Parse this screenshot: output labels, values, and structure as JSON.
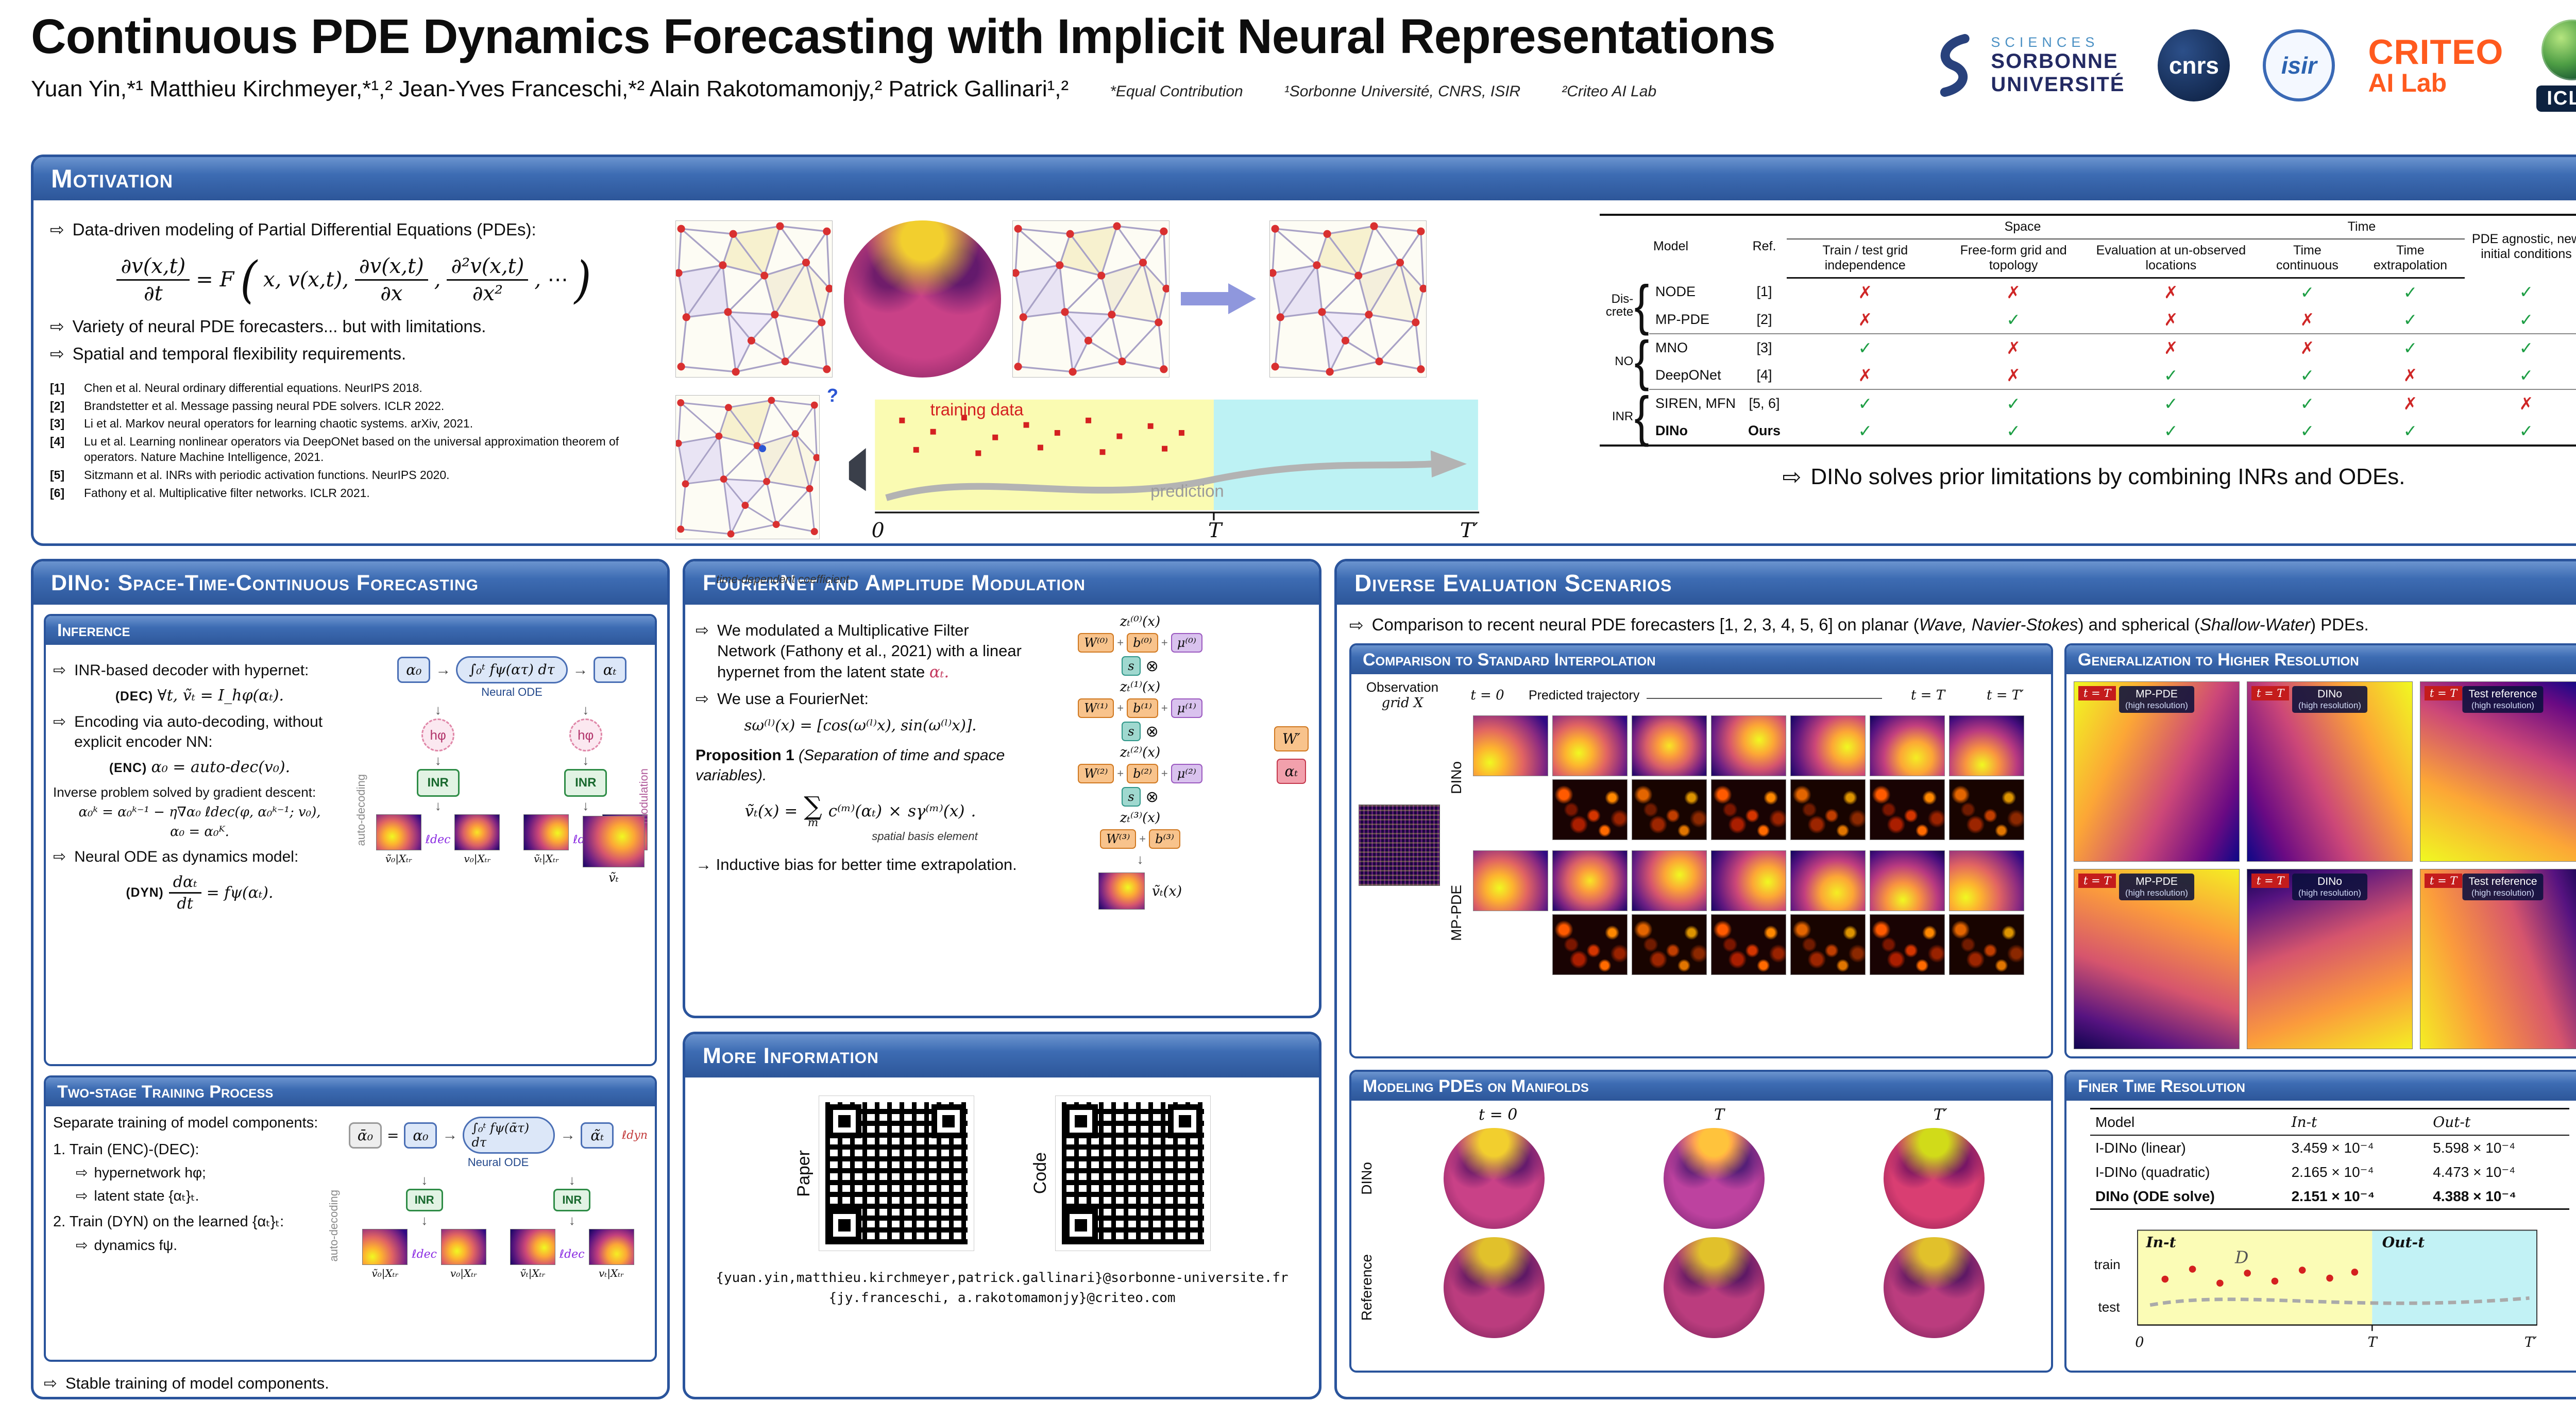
{
  "header": {
    "title": "Continuous PDE Dynamics Forecasting with Implicit Neural Representations",
    "authors": "Yuan Yin,*¹ Matthieu Kirchmeyer,*¹,² Jean-Yves Franceschi,*² Alain Rakotomamonjy,² Patrick Gallinari¹,²",
    "note_equal": "*Equal Contribution",
    "affil1": "¹Sorbonne Université, CNRS, ISIR",
    "affil2": "²Criteo AI Lab",
    "logos": {
      "sorbonne_sciences": "SCIENCES",
      "sorbonne_name": "SORBONNE",
      "sorbonne_univ": "UNIVERSITÉ",
      "cnrs": "cnrs",
      "isir": "isir",
      "criteo": "CRITEO",
      "criteo_sub": "AI Lab",
      "iclr": "ICLR"
    }
  },
  "motivation": {
    "header": "Motivation",
    "b1": "Data-driven modeling of Partial Differential Equations (PDEs):",
    "eq": {
      "n1": "∂v(x,t)",
      "d1": "∂t",
      "mid": "= F",
      "args": "x, v(x,t),",
      "n2": "∂v(x,t)",
      "d2": "∂x",
      "c2": ",",
      "n3": "∂²v(x,t)",
      "d3": "∂x²",
      "tail": ", ⋯"
    },
    "b2": "Variety of neural PDE forecasters... but with limitations.",
    "b3": "Spatial and temporal flexibility requirements.",
    "refs": [
      {
        "id": "[1]",
        "t": "Chen et al. Neural ordinary differential equations. NeurIPS 2018."
      },
      {
        "id": "[2]",
        "t": "Brandstetter et al. Message passing neural PDE solvers. ICLR 2022."
      },
      {
        "id": "[3]",
        "t": "Li et al. Markov neural operators for learning chaotic systems. arXiv, 2021."
      },
      {
        "id": "[4]",
        "t": "Lu et al. Learning nonlinear operators via DeepONet based on the universal approximation theorem of operators. Nature Machine Intelligence, 2021."
      },
      {
        "id": "[5]",
        "t": "Sitzmann et al. INRs with periodic activation functions. NeurIPS 2020."
      },
      {
        "id": "[6]",
        "t": "Fathony et al. Multiplicative filter networks. ICLR 2021."
      }
    ],
    "timeline": {
      "training": "training data",
      "prediction": "prediction",
      "t0": "0",
      "T": "T",
      "Tp": "T′",
      "q": "?"
    },
    "table": {
      "h_model": "Model",
      "h_ref": "Ref.",
      "h_space": "Space",
      "h_time": "Time",
      "h_last": "PDE agnostic, new initial conditions",
      "h_space_cols": [
        "Train / test grid independence",
        "Free-form grid and topology",
        "Evaluation at un-observed locations"
      ],
      "h_time_cols": [
        "Time continuous",
        "Time extrapolation"
      ],
      "groups": [
        {
          "label": "Dis-crete",
          "rows": [
            {
              "model": "NODE",
              "ref": "[1]",
              "m": [
                "✗",
                "✗",
                "✗",
                "✓",
                "✓",
                "✓"
              ]
            },
            {
              "model": "MP-PDE",
              "ref": "[2]",
              "m": [
                "✗",
                "✓",
                "✗",
                "✗",
                "✓",
                "✓"
              ]
            }
          ]
        },
        {
          "label": "NO",
          "rows": [
            {
              "model": "MNO",
              "ref": "[3]",
              "m": [
                "✓",
                "✗",
                "✗",
                "✗",
                "✓",
                "✓"
              ]
            },
            {
              "model": "DeepONet",
              "ref": "[4]",
              "m": [
                "✗",
                "✗",
                "✓",
                "✓",
                "✗",
                "✓"
              ]
            }
          ]
        },
        {
          "label": "INR",
          "rows": [
            {
              "model": "SIREN, MFN",
              "ref": "[5, 6]",
              "m": [
                "✓",
                "✓",
                "✓",
                "✓",
                "✗",
                "✗"
              ]
            },
            {
              "model": "DINo",
              "ref": "Ours",
              "m": [
                "✓",
                "✓",
                "✓",
                "✓",
                "✓",
                "✓"
              ]
            }
          ]
        }
      ]
    },
    "takeaway": "DINo solves prior limitations by combining INRs and ODEs."
  },
  "dino": {
    "header": "DINo: Space-Time-Continuous Forecasting",
    "inference": {
      "header": "Inference",
      "b1": "INR-based decoder with hypernet:",
      "e1_tag": "(DEC)",
      "e1": "∀t, ṽₜ = I_hφ(αₜ).",
      "b2": "Encoding via auto-decoding, without explicit encoder NN:",
      "e2_tag": "(ENC)",
      "e2": "α₀ = auto-dec(v₀).",
      "inv": "Inverse problem solved by gradient descent:",
      "e3a": "α₀ᵏ = α₀ᵏ⁻¹ − η∇α₀ ℓdec(φ, α₀ᵏ⁻¹; v₀),",
      "e3b": "α₀ = α₀ᴷ.",
      "b3": "Neural ODE as dynamics model:",
      "e4_tag": "(DYN)",
      "e4n": "dαₜ",
      "e4d": "dt",
      "e4r": "= fψ(αₜ)."
    },
    "diag": {
      "ode": "∫₀ᵗ fψ(ατ) dτ",
      "caption": "Neural ODE",
      "a0": "α₀",
      "at": "αₜ",
      "h1": "hφ",
      "h2": "hφ",
      "inr": "INR",
      "modulation": "modulation",
      "autodec": "auto-decoding",
      "l1": "ℓdec",
      "l2": "ℓdec",
      "v0h": "ṽ₀|Xₜᵣ",
      "v0": "v₀|Xₜᵣ",
      "vth": "ṽₜ|Xₜᵣ",
      "vt": "vₜ|Xₜᵣ",
      "out": "ṽₜ"
    },
    "training": {
      "header": "Two-stage Training Process",
      "intro": "Separate training of model components:",
      "s1": "1. Train (ENC)-(DEC):",
      "s1a": "hypernetwork hφ;",
      "s1b": "latent state {αₜ}ₜ.",
      "s2": "2. Train (DYN) on the learned {αₜ}ₜ:",
      "s2a": "dynamics fψ.",
      "diag": {
        "abar": "ᾱ₀",
        "eq": "=",
        "a0": "α₀",
        "ode": "∫₀ᵗ fψ(ᾱτ) dτ",
        "caption": "Neural ODE",
        "at": "α̃ₜ",
        "ldyn": "ℓdyn",
        "ldec1": "ℓdec",
        "ldec2": "ℓdec",
        "v0h": "ṽ₀|Xₜᵣ",
        "v0": "v₀|Xₜᵣ",
        "vth": "ṽₜ|Xₜᵣ",
        "vt": "vₜ|Xₜᵣ",
        "autodec": "auto-decoding"
      },
      "takeaway": "Stable training of model components."
    }
  },
  "fourier": {
    "header": "FourierNet and Amplitude Modulation",
    "b1": "We modulated a Multiplicative Filter Network (Fathony et al., 2021) with a linear hypernet from the latent state",
    "b1_alpha": "αₜ.",
    "b2": "We use a FourierNet:",
    "e2": "sω⁽ˡ⁾(x) = [cos(ω⁽ˡ⁾x), sin(ω⁽ˡ⁾x)].",
    "prop_name": "Proposition 1",
    "prop_rest": "(Separation of time and space variables).",
    "ann_time": "time-dependent coefficient",
    "ann_space": "spatial basis element",
    "eq_lhs": "ṽₜ(x) =",
    "eq_sigma": "∑",
    "eq_m": "m",
    "eq_c": "c⁽ᵐ⁾(αₜ)",
    "eq_times": "×",
    "eq_s": "sγ⁽ᵐ⁾(x)",
    "eq_end": ".",
    "note": "→ Inductive bias for better time extrapolation.",
    "diag": {
      "z": [
        "zₜ⁽⁰⁾(x)",
        "zₜ⁽¹⁾(x)",
        "zₜ⁽²⁾(x)",
        "zₜ⁽³⁾(x)"
      ],
      "layers": [
        [
          "W⁽⁰⁾",
          "b⁽⁰⁾",
          "μ⁽⁰⁾"
        ],
        [
          "W⁽¹⁾",
          "b⁽¹⁾",
          "μ⁽¹⁾"
        ],
        [
          "W⁽²⁾",
          "b⁽²⁾",
          "μ⁽²⁾"
        ],
        [
          "W⁽³⁾",
          "b⁽³⁾"
        ]
      ],
      "s": "s",
      "wprime": "W′",
      "alpha": "αₜ",
      "out": "ṽₜ(x)"
    }
  },
  "more_info": {
    "header": "More Information",
    "paper": "Paper",
    "code": "Code",
    "email1": "{yuan.yin,matthieu.kirchmeyer,patrick.gallinari}@sorbonne-universite.fr",
    "email2": "{jy.franceschi, a.rakotomamonjy}@criteo.com"
  },
  "eval": {
    "header": "Diverse Evaluation Scenarios",
    "intro1": "Comparison to recent neural PDE forecasters [1, 2, 3, 4, 5, 6] on planar (",
    "intro_i1": "Wave, Navier-Stokes",
    "intro2": ") and spherical (",
    "intro_i2": "Shallow-Water",
    "intro3": ") PDEs.",
    "interp": {
      "header": "Comparison to Standard Interpolation",
      "obs1": "Observation",
      "obs2": "grid X",
      "t0": "t = 0",
      "traj": "Predicted trajectory",
      "tT": "t = T",
      "tTp": "t = T′",
      "row1": "DINo",
      "row2": "MP-PDE"
    },
    "higher": {
      "header": "Generalization to Higher Resolution",
      "cols": [
        "MP-PDE",
        "DINo",
        "Test reference"
      ],
      "sub": "(high resolution)",
      "badge": "t = T"
    },
    "manifolds": {
      "header": "Modeling PDEs on Manifolds",
      "t0": "t = 0",
      "T": "T",
      "Tp": "T′",
      "row1": "DINo",
      "row2": "Reference"
    },
    "finer": {
      "header": "Finer Time Resolution",
      "c_model": "Model",
      "c_in": "In-t",
      "c_out": "Out-t",
      "rows": [
        {
          "model": "I-DINo (linear)",
          "in_t": "3.459 × 10⁻⁴",
          "out_t": "5.598 × 10⁻⁴"
        },
        {
          "model": "I-DINo (quadratic)",
          "in_t": "2.165 × 10⁻⁴",
          "out_t": "4.473 × 10⁻⁴"
        },
        {
          "model": "DINo (ODE solve)",
          "in_t": "2.151 × 10⁻⁴",
          "out_t": "4.388 × 10⁻⁴"
        }
      ],
      "diag": {
        "train": "train",
        "test": "test",
        "inlab": "In-t",
        "outlab": "Out-t",
        "D": "D",
        "t0": "0",
        "T": "T",
        "Tp": "T′"
      }
    }
  }
}
